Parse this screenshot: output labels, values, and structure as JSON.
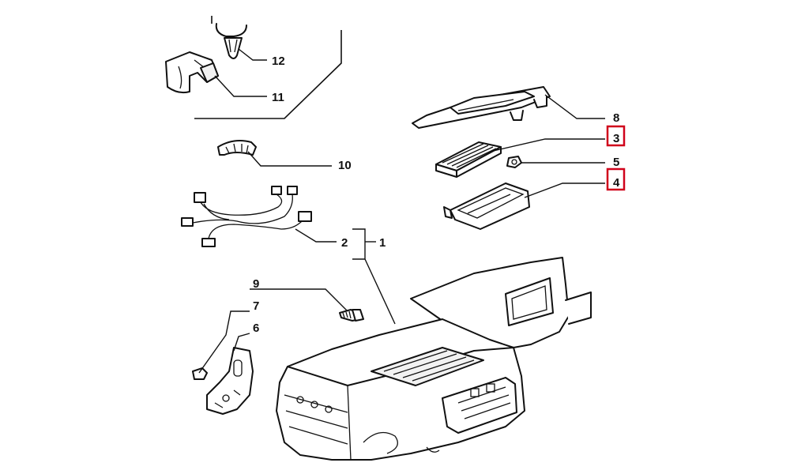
{
  "callouts": {
    "c1": "1",
    "c2": "2",
    "c3": "3",
    "c4": "4",
    "c5": "5",
    "c6": "6",
    "c7": "7",
    "c8": "8",
    "c9": "9",
    "c10": "10",
    "c11": "11",
    "c12": "12"
  },
  "highlighted": [
    "3",
    "4"
  ],
  "colors": {
    "line": "#111111",
    "highlight": "#d0021b",
    "background": "#ffffff"
  }
}
